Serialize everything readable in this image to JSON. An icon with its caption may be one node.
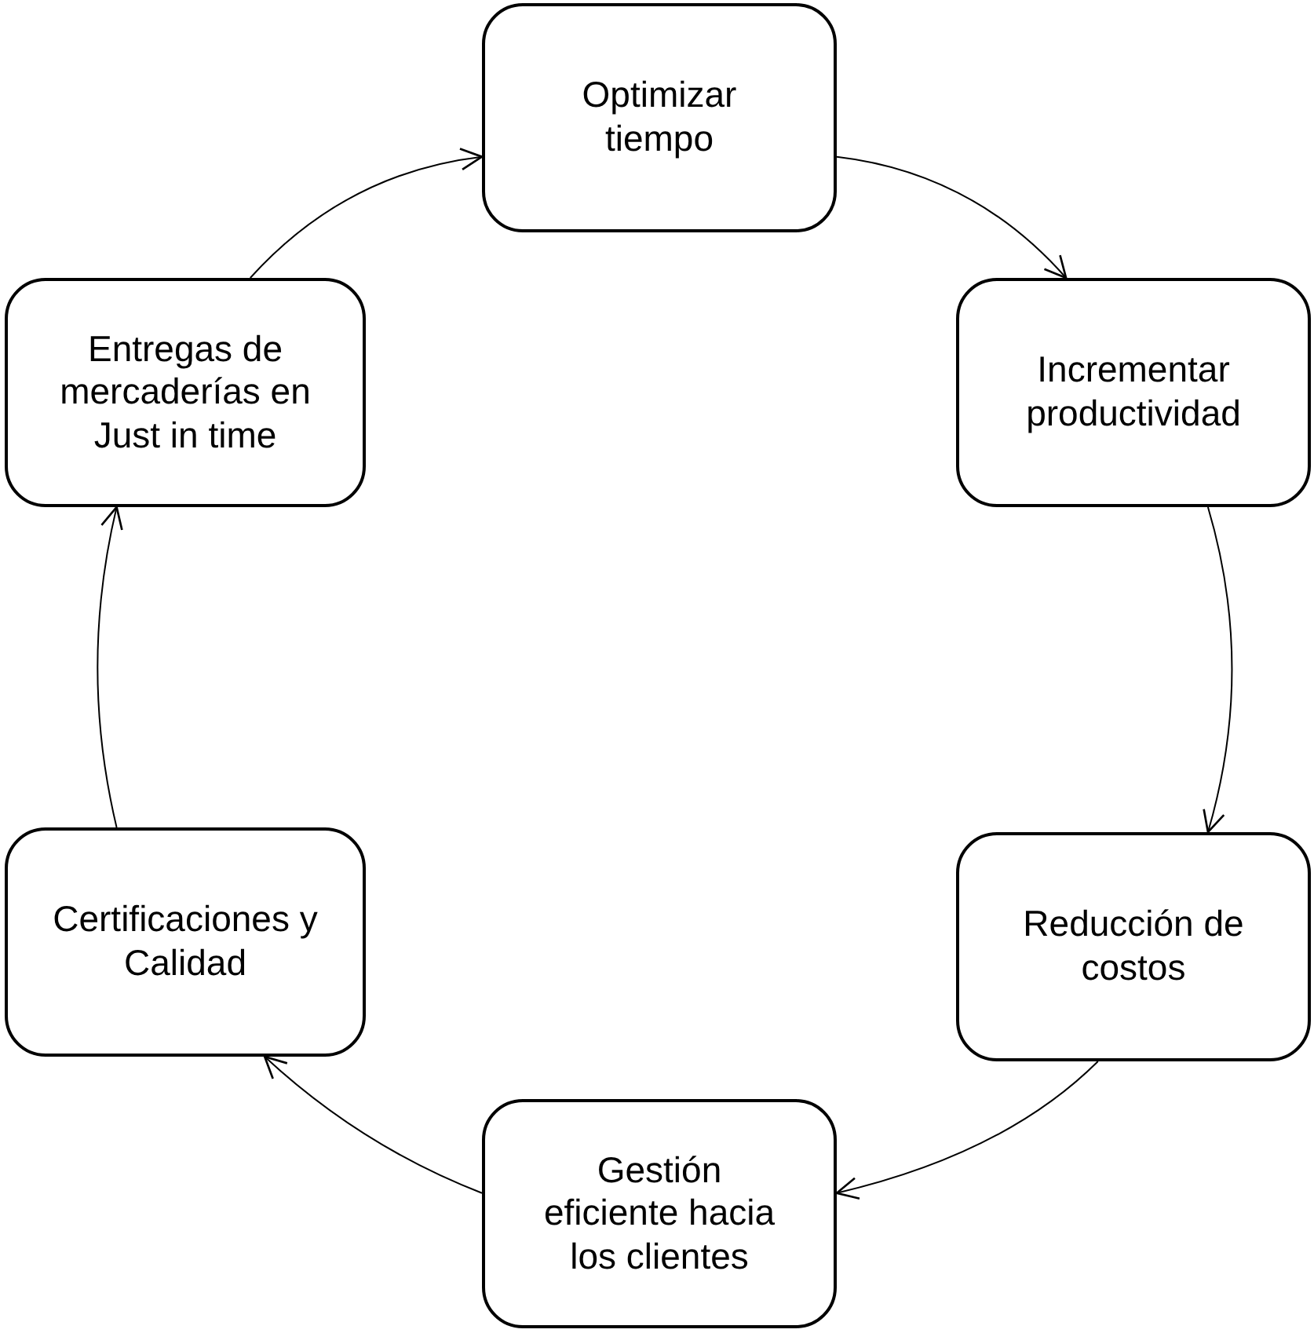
{
  "diagram": {
    "nodes": [
      {
        "text": [
          "Optimizar tiempo"
        ]
      },
      {
        "text": [
          "Incrementar productividad"
        ]
      },
      {
        "text": [
          "Reducción de costos"
        ]
      },
      {
        "text": [
          "Gestión eficiente hacia los clientes"
        ]
      },
      {
        "text": [
          "Certificaciones y Calidad"
        ]
      },
      {
        "text": [
          "Entregas de mercaderías en Just in time"
        ]
      }
    ],
    "edges": [
      {
        "from": 0,
        "to": 1,
        "arrow": "to"
      },
      {
        "from": 1,
        "to": 2,
        "arrow": "to"
      },
      {
        "from": 2,
        "to": 3,
        "arrow": "to"
      },
      {
        "from": 3,
        "to": 4,
        "arrow": "to"
      },
      {
        "from": 4,
        "to": 5,
        "arrow": "to"
      },
      {
        "from": 5,
        "to": 0,
        "arrow": "to"
      }
    ]
  }
}
